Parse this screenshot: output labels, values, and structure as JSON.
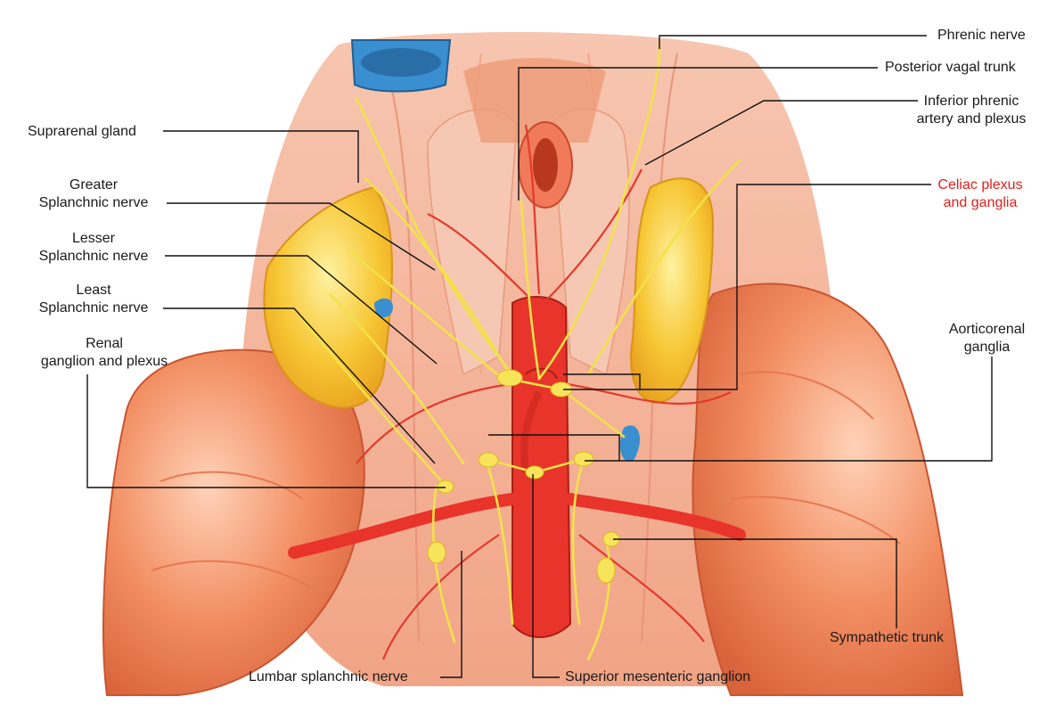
{
  "labels": {
    "phrenic_nerve": "Phrenic nerve",
    "posterior_vagal_trunk": "Posterior vagal trunk",
    "inferior_phrenic_line1": "Inferior phrenic",
    "inferior_phrenic_line2": "artery and plexus",
    "celiac_line1": "Celiac plexus",
    "celiac_line2": "and ganglia",
    "aorticorenal_line1": "Aorticorenal",
    "aorticorenal_line2": "ganglia",
    "sympathetic_trunk": "Sympathetic trunk",
    "superior_mesenteric_ganglion": "Superior mesenteric ganglion",
    "lumbar_splanchnic_nerve": "Lumbar splanchnic nerve",
    "renal_line1": "Renal",
    "renal_line2": "ganglion and plexus",
    "least_line1": "Least",
    "least_line2": "Splanchnic nerve",
    "lesser_line1": "Lesser",
    "lesser_line2": "Splanchnic nerve",
    "greater_line1": "Greater",
    "greater_line2": "Splanchnic nerve",
    "suprarenal_gland": "Suprarenal gland"
  },
  "colors": {
    "highlight_label": "#e0201a",
    "label_text": "#1a1a1a",
    "kidney": "#f08a5e",
    "suprarenal": "#f6c02a",
    "nerve": "#f2e24a",
    "artery": "#e8342a",
    "vein": "#3a8fd0",
    "muscle": "#f4a98a"
  }
}
